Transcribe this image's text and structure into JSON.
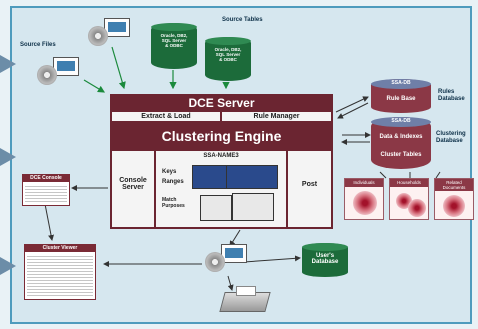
{
  "labels": {
    "source_files": "Source Files",
    "source_tables": "Source Tables",
    "dce_server": "DCE Server",
    "extract_load": "Extract & Load",
    "rule_manager": "Rule Manager",
    "clustering_engine": "Clustering Engine",
    "console_server": "Console\nServer",
    "ssa_name3": "SSA-NAME3",
    "keys": "Keys",
    "ranges": "Ranges",
    "match_purposes": "Match\nPurposes",
    "post": "Post",
    "dce_console": "DCE Console",
    "cluster_viewer": "Cluster Viewer",
    "ssa_db_1": "SSA-DB",
    "rule_base": "Rule Base",
    "rules_database": "Rules\nDatabase",
    "ssa_db_2": "SSA-DB",
    "data_indexes": "Data & Indexes",
    "cluster_tables": "Cluster Tables",
    "clustering_database": "Clustering\nDatabase",
    "individuals": "Individuals",
    "households": "Households",
    "related_documents": "Related\nDocuments",
    "users_database": "User's\nDatabase",
    "cyl1": "Oracle, DB2,\nSQL Server\n& ODBC",
    "cyl2": "Oracle, DB2,\nSQL Server\n& ODBC"
  },
  "colors": {
    "frame_border": "#4e9bbd",
    "server_bar": "#6b2531",
    "database_green": "#1c6b3a"
  }
}
